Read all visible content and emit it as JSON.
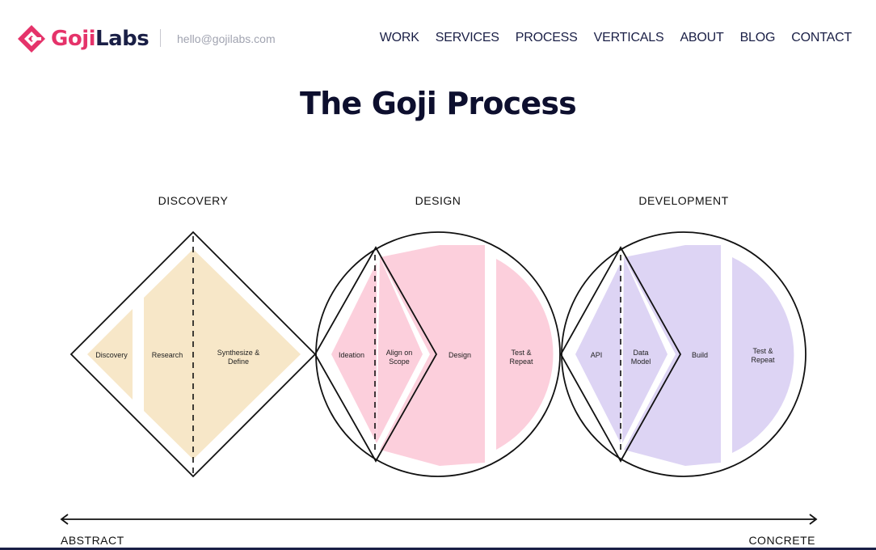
{
  "header": {
    "logo_goji": "Goji",
    "logo_labs": "Labs",
    "email": "hello@gojilabs.com",
    "nav": [
      "WORK",
      "SERVICES",
      "PROCESS",
      "VERTICALS",
      "ABOUT",
      "BLOG",
      "CONTACT"
    ]
  },
  "main": {
    "title": "The Goji Process",
    "phases": [
      "DISCOVERY",
      "DESIGN",
      "DEVELOPMENT"
    ],
    "steps": {
      "discovery": "Discovery",
      "research": "Research",
      "synthesize_1": "Synthesize &",
      "synthesize_2": "Define",
      "ideation": "Ideation",
      "align_1": "Align on",
      "align_2": "Scope",
      "design": "Design",
      "test1_1": "Test &",
      "test1_2": "Repeat",
      "api": "API",
      "data_1": "Data",
      "data_2": "Model",
      "build": "Build",
      "test2_1": "Test &",
      "test2_2": "Repeat"
    },
    "axis": {
      "left": "ABSTRACT",
      "right": "CONCRETE"
    }
  },
  "colors": {
    "brand": "#e5336a",
    "navy": "#1a1f46",
    "discovery": "#f7e7c8",
    "design": "#fccfdc",
    "development": "#ddd4f4"
  }
}
